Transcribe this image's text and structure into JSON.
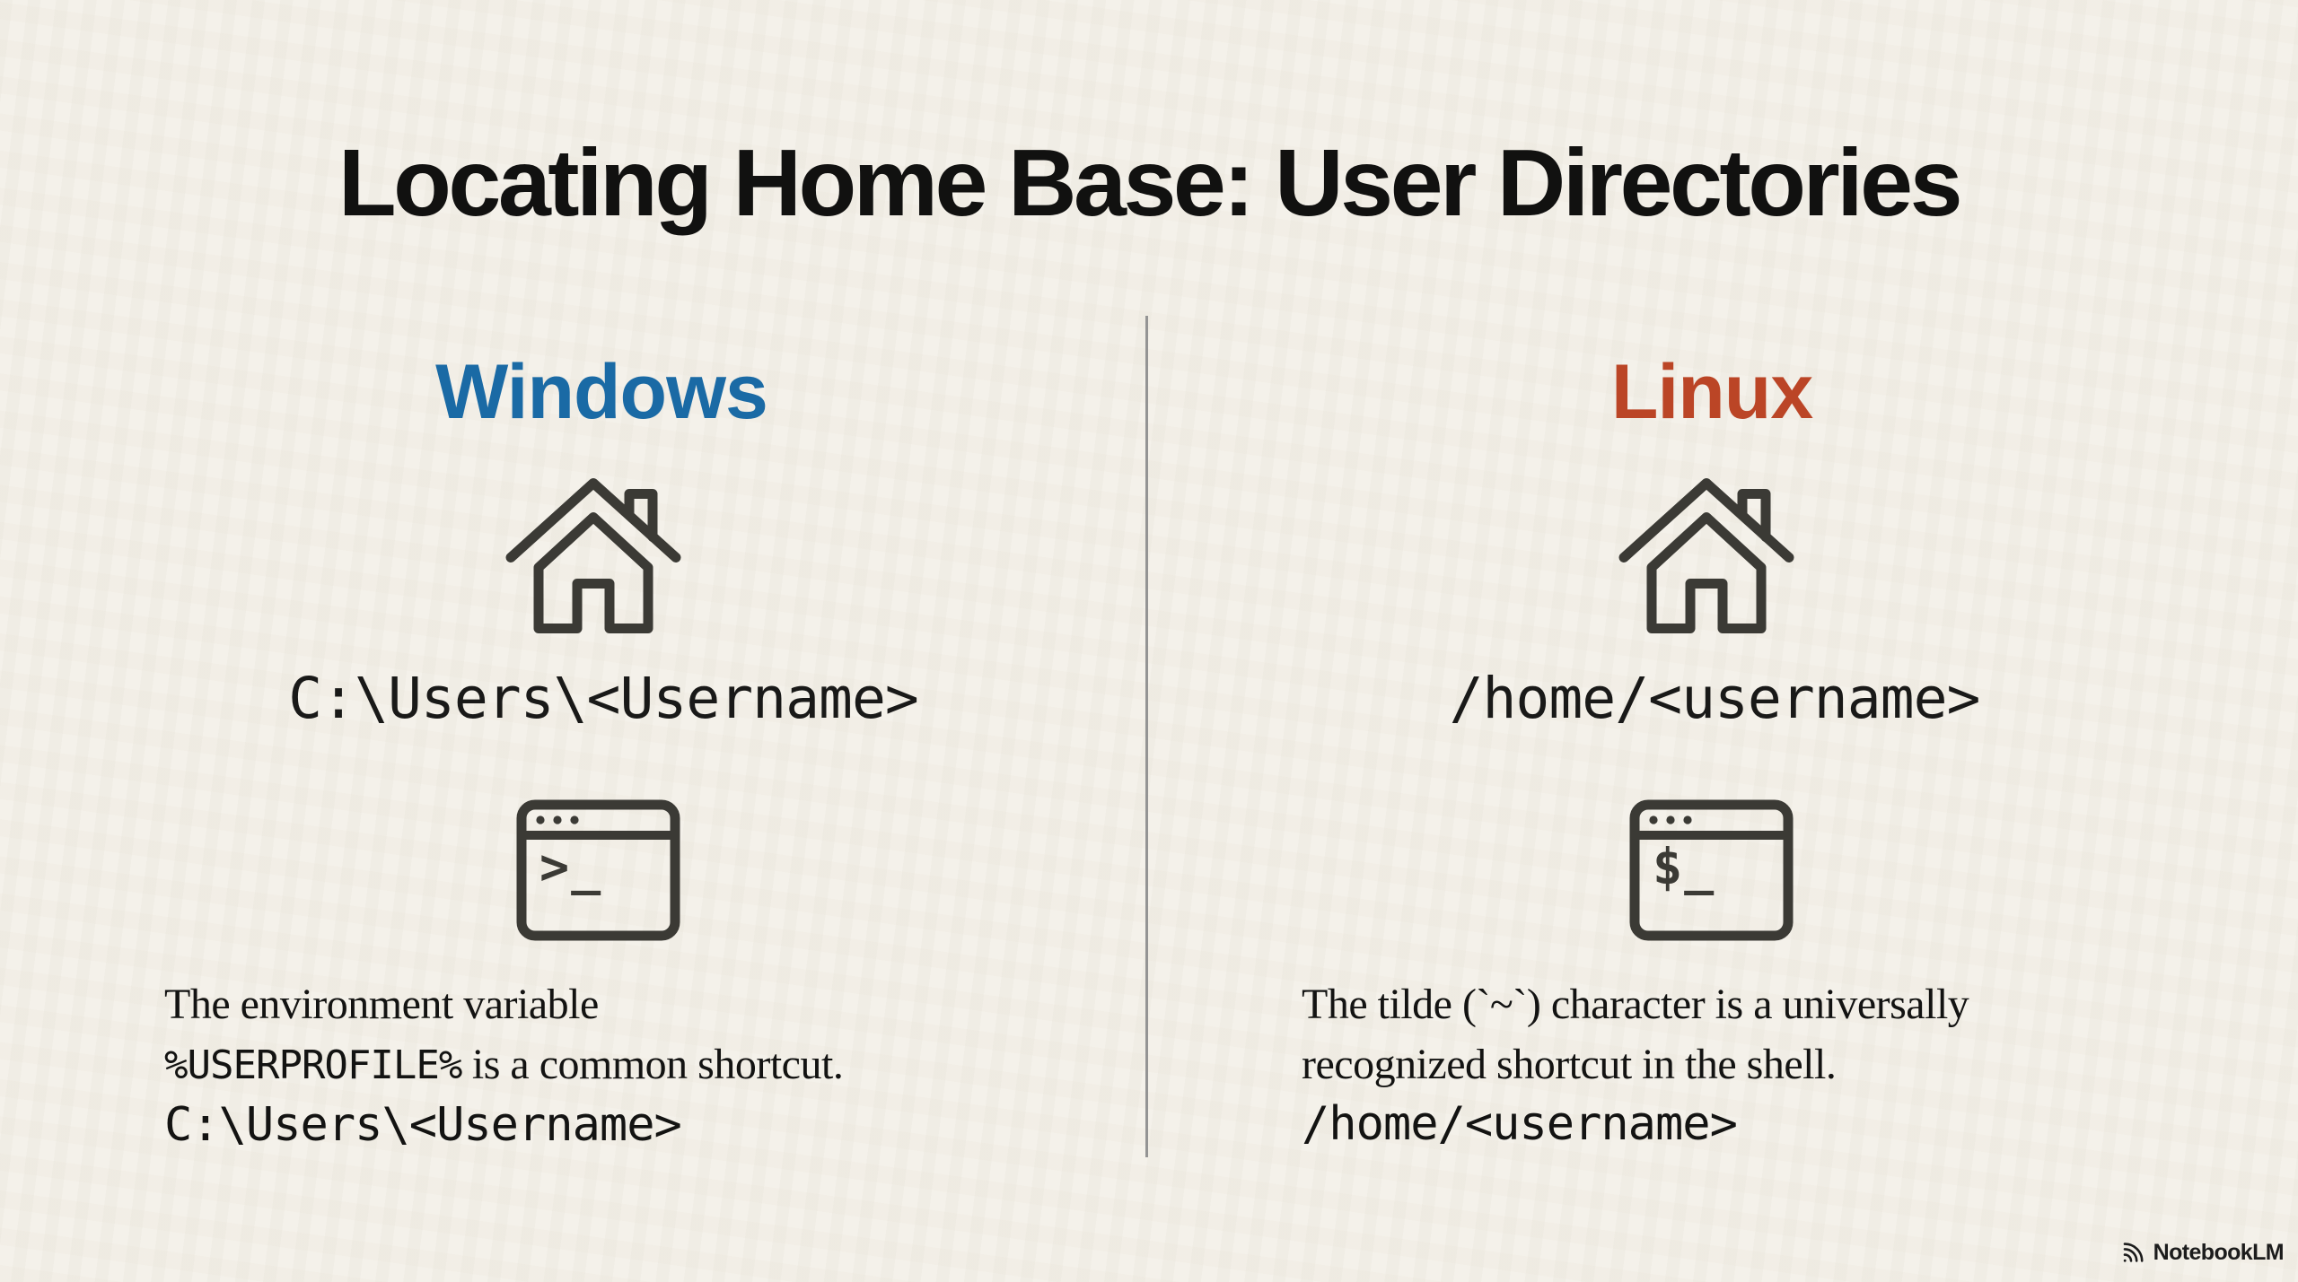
{
  "page": {
    "background": "#f4f1ea",
    "divider_color": "#949494",
    "icon_stroke": "#3b3a35"
  },
  "title": "Locating Home Base: User Directories",
  "columns": {
    "windows": {
      "header": "Windows",
      "header_color": "#1a6aa5",
      "home_icon": "home-icon",
      "path": "C:\\Users\\<Username>",
      "terminal_icon": "terminal-icon",
      "terminal_prompt": ">_",
      "description": {
        "line1": "The environment variable",
        "line2_code": "%USERPROFILE%",
        "line2_text": " is a common shortcut.",
        "line3_code": "C:\\Users\\<Username>"
      }
    },
    "linux": {
      "header": "Linux",
      "header_color": "#bb4526",
      "home_icon": "home-icon",
      "path": "/home/<username>",
      "terminal_icon": "terminal-icon",
      "terminal_prompt": "$_",
      "description": {
        "line1": "The tilde (`~`) character is a universally",
        "line2_text": "recognized shortcut in the shell.",
        "line3_code": "/home/<username>"
      }
    }
  },
  "footer": {
    "brand": "NotebookLM",
    "logo_icon": "notebooklm-logo-icon"
  }
}
